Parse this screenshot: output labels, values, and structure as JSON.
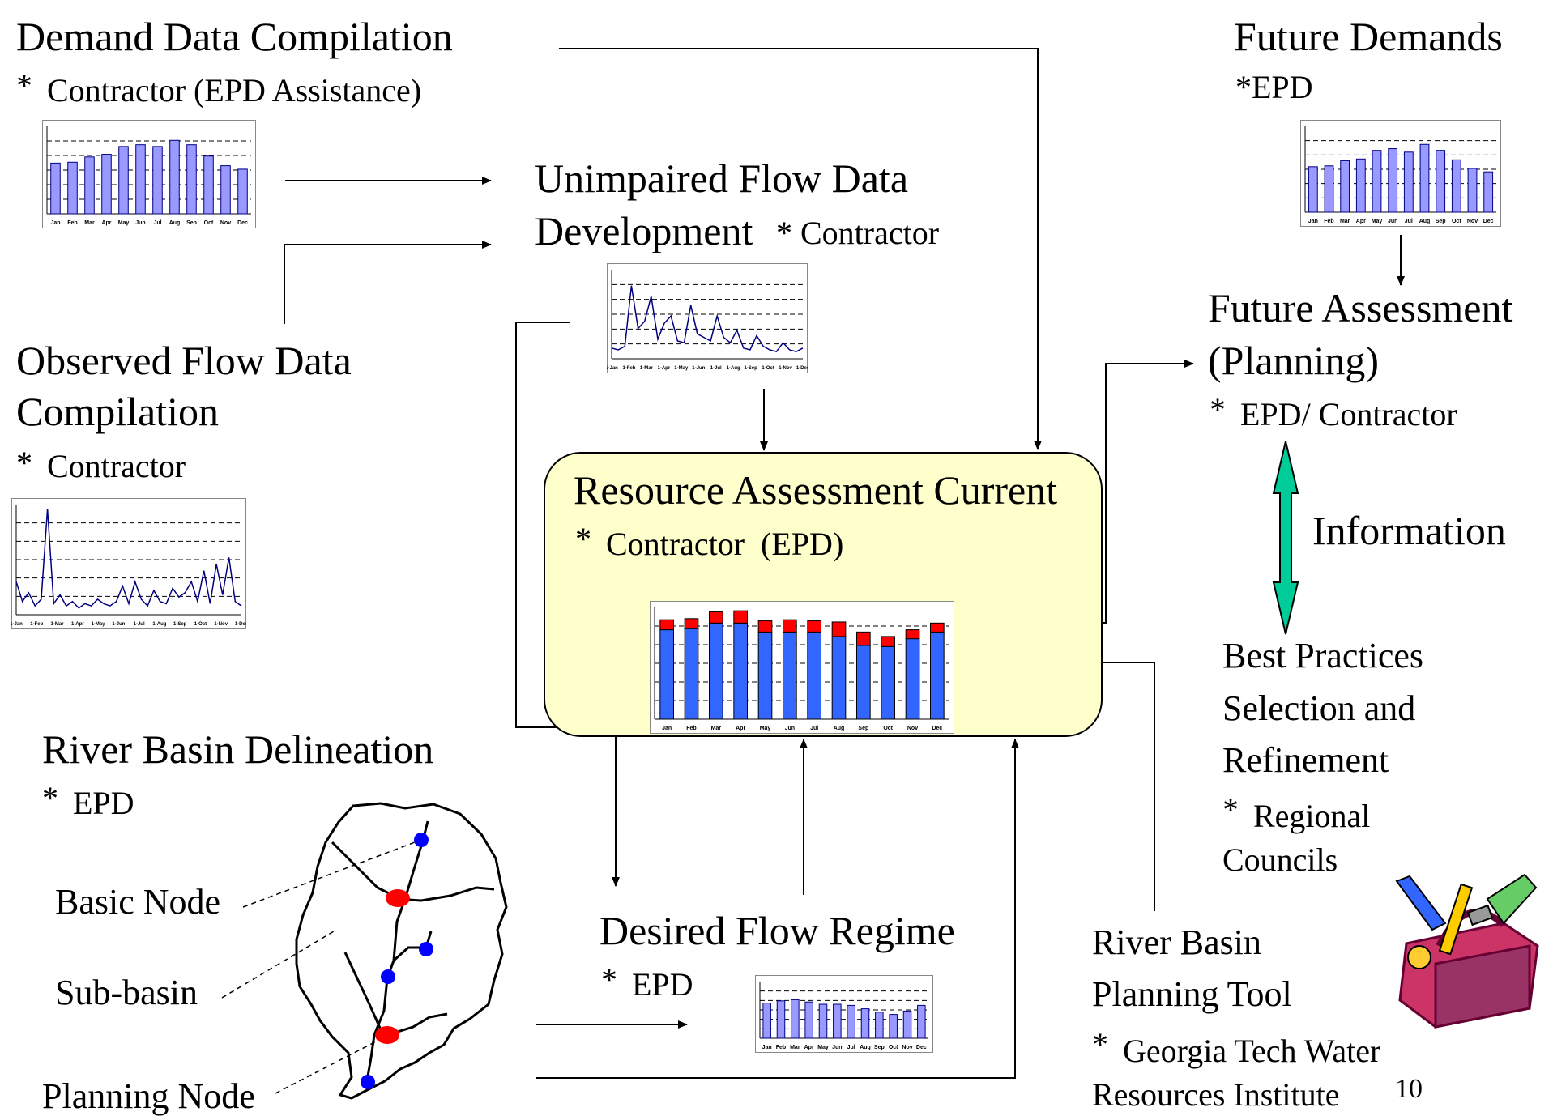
{
  "titles": {
    "demand": "Demand Data Compilation",
    "demand_sub_star": "*",
    "demand_sub": "Contractor (EPD Assistance)",
    "future_demands": "Future Demands",
    "future_demands_sub": "*EPD",
    "unimpaired_l1": "Unimpaired Flow Data",
    "unimpaired_l2": "Development",
    "unimpaired_sub": "* Contractor",
    "observed_l1": "Observed Flow Data",
    "observed_l2": "Compilation",
    "observed_sub_star": "*",
    "observed_sub": "Contractor",
    "future_assess_l1": "Future Assessment",
    "future_assess_l2": "(Planning)",
    "future_assess_sub_star": "*",
    "future_assess_sub": "EPD/ Contractor",
    "resource_title": "Resource Assessment Current",
    "resource_sub_star": "*",
    "resource_sub": "Contractor  (EPD)",
    "information": "Information",
    "best_l1": "Best Practices",
    "best_l2": "Selection and",
    "best_l3": "Refinement",
    "best_sub_star": "*",
    "best_sub_l1": "Regional",
    "best_sub_l2": "Councils",
    "river_basin": "River Basin Delineation",
    "river_basin_sub_star": "*",
    "river_basin_sub": "EPD",
    "basic_node": "Basic Node",
    "sub_basin": "Sub-basin",
    "planning_node": "Planning Node",
    "desired_flow": "Desired Flow Regime",
    "desired_flow_sub_star": "*",
    "desired_flow_sub": "EPD",
    "tool_l1": "River Basin",
    "tool_l2": "Planning Tool",
    "tool_sub_star": "*",
    "tool_sub_l1": "Georgia Tech Water",
    "tool_sub_l2": "Resources Institute",
    "page_number": "10"
  },
  "colors": {
    "bar_light": "#9999ff",
    "bar_blue": "#3366ff",
    "bar_red": "#ff0000",
    "line_navy": "#000080",
    "highlight_fill": "#ffffcc",
    "info_arrow": "#00cc99",
    "basic_node": "#0000ff",
    "planning_node": "#ff0000"
  },
  "chart_data": [
    {
      "id": "demand",
      "type": "bar",
      "categories": [
        "Jan",
        "Feb",
        "Mar",
        "Apr",
        "May",
        "Jun",
        "Jul",
        "Aug",
        "Sep",
        "Oct",
        "Nov",
        "Dec"
      ],
      "values": [
        58,
        59,
        65,
        68,
        77,
        79,
        77,
        84,
        79,
        66,
        55,
        51
      ],
      "ylim": [
        0,
        100
      ],
      "grid": true
    },
    {
      "id": "future_demands",
      "type": "bar",
      "categories": [
        "Jan",
        "Feb",
        "Mar",
        "Apr",
        "May",
        "Jun",
        "Jul",
        "Aug",
        "Sep",
        "Oct",
        "Nov",
        "Dec"
      ],
      "values": [
        53,
        54,
        60,
        62,
        72,
        74,
        70,
        79,
        72,
        61,
        51,
        47
      ],
      "ylim": [
        0,
        100
      ],
      "grid": true
    },
    {
      "id": "unimpaired_flow",
      "type": "line",
      "categories": [
        "1-Jan",
        "1-Feb",
        "1-Mar",
        "1-Apr",
        "1-May",
        "1-Jun",
        "1-Jul",
        "1-Aug",
        "1-Sep",
        "1-Oct",
        "1-Nov",
        "1-Dec"
      ],
      "values": [
        12,
        10,
        14,
        82,
        34,
        42,
        70,
        22,
        40,
        48,
        20,
        18,
        60,
        28,
        24,
        20,
        48,
        24,
        18,
        32,
        12,
        10,
        26,
        14,
        10,
        8,
        18,
        10,
        8,
        12
      ],
      "ylim": [
        0,
        100
      ],
      "grid": true
    },
    {
      "id": "observed_flow",
      "type": "line",
      "categories": [
        "1-Jan",
        "1-Feb",
        "1-Mar",
        "1-Apr",
        "1-May",
        "1-Jun",
        "1-Jul",
        "1-Aug",
        "1-Sep",
        "1-Oct",
        "1-Nov",
        "1-Dec"
      ],
      "values": [
        30,
        12,
        20,
        8,
        14,
        96,
        10,
        18,
        8,
        12,
        6,
        10,
        8,
        14,
        10,
        8,
        12,
        26,
        10,
        30,
        14,
        8,
        22,
        12,
        10,
        24,
        16,
        20,
        30,
        12,
        40,
        10,
        46,
        18,
        52,
        12,
        8
      ],
      "ylim": [
        0,
        100
      ],
      "grid": true
    },
    {
      "id": "resource_current",
      "type": "bar",
      "stacked": true,
      "categories": [
        "Jan",
        "Feb",
        "Mar",
        "Apr",
        "May",
        "Jun",
        "Jul",
        "Aug",
        "Sep",
        "Oct",
        "Nov",
        "Dec"
      ],
      "series": [
        {
          "values": [
            80,
            81,
            86,
            86,
            78,
            78,
            78,
            74,
            66,
            65,
            72,
            78
          ]
        },
        {
          "values": [
            9,
            9,
            10,
            11,
            10,
            11,
            10,
            13,
            12,
            9,
            8,
            8
          ]
        }
      ],
      "ylim": [
        0,
        100
      ],
      "grid": true
    },
    {
      "id": "desired_flow",
      "type": "bar",
      "categories": [
        "Jan",
        "Feb",
        "Mar",
        "Apr",
        "May",
        "Jun",
        "Jul",
        "Aug",
        "Sep",
        "Oct",
        "Nov",
        "Dec"
      ],
      "values": [
        62,
        66,
        68,
        64,
        60,
        60,
        58,
        52,
        46,
        42,
        48,
        58
      ],
      "ylim": [
        0,
        100
      ],
      "grid": true
    }
  ]
}
